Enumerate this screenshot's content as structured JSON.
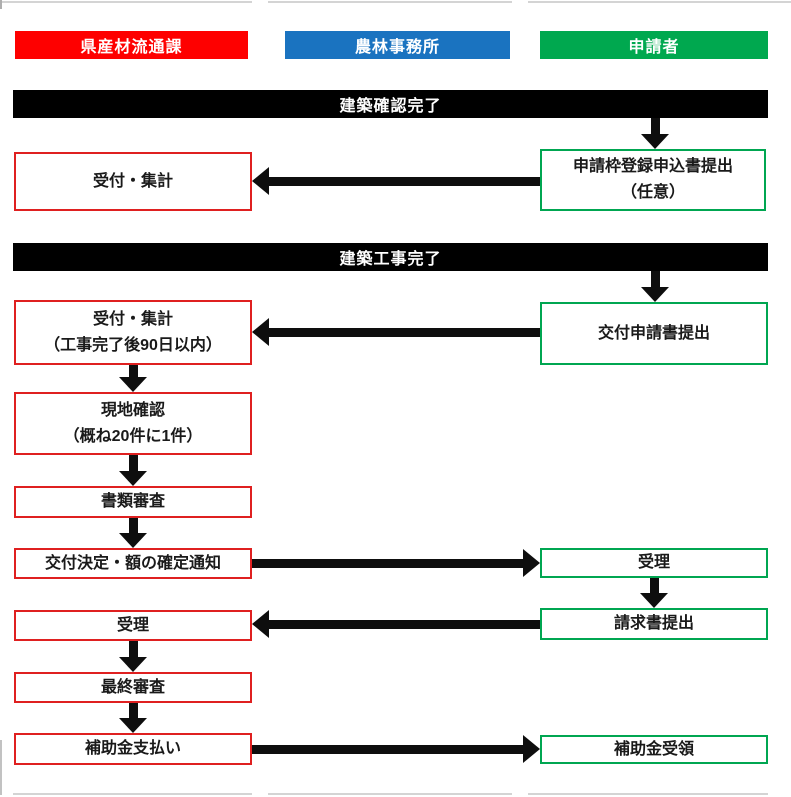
{
  "colors": {
    "column_red": "#fe0000",
    "column_blue": "#1a73c0",
    "column_green": "#00a84f",
    "box_border_red": "#df2020",
    "box_border_green": "#00a651",
    "banner_bg": "#000000",
    "arrow": "#0e0e0e"
  },
  "columns": {
    "prefecture_division": "県産材流通課",
    "forestry_office": "農林事務所",
    "applicant": "申請者"
  },
  "banners": {
    "building_confirmation_done": "建築確認完了",
    "construction_work_done": "建築工事完了"
  },
  "nodes": {
    "reception_tally": "受付・集計",
    "application_frame_line1": "申請枠登録申込書提出",
    "application_frame_line2": "（任意）",
    "reception_tally2_line1": "受付・集計",
    "reception_tally2_line2": "（工事完了後90日以内）",
    "grant_application": "交付申請書提出",
    "site_check_line1": "現地確認",
    "site_check_line2": "（概ね20件に1件）",
    "document_review": "書類審査",
    "grant_decision_notice": "交付決定・額の確定通知",
    "acceptance_applicant": "受理",
    "invoice_submission": "請求書提出",
    "acceptance_prefecture": "受理",
    "final_review": "最終審査",
    "subsidy_payment": "補助金支払い",
    "subsidy_receipt": "補助金受領"
  }
}
